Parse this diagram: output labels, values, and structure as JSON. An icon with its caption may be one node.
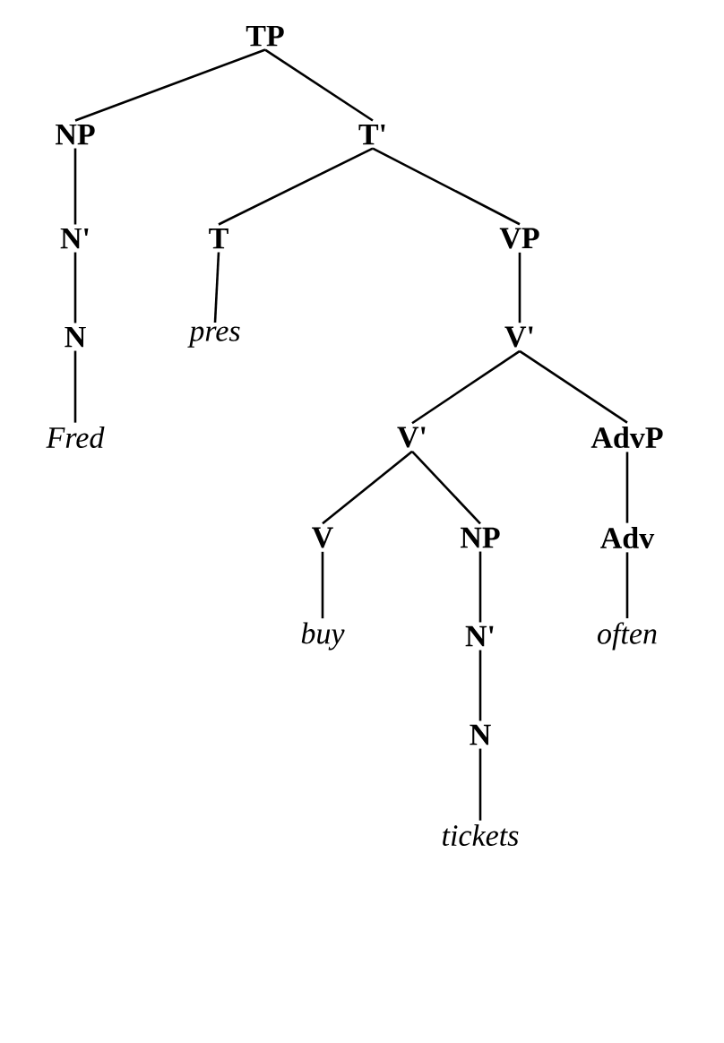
{
  "diagram": {
    "nodes": [
      {
        "text": [
          "TP"
        ]
      },
      {
        "text": [
          "NP"
        ]
      },
      {
        "text": [
          "T'"
        ]
      },
      {
        "text": [
          "N'"
        ]
      },
      {
        "text": [
          "T"
        ]
      },
      {
        "text": [
          "VP"
        ]
      },
      {
        "text": [
          "N"
        ]
      },
      {
        "text": [
          "pres"
        ]
      },
      {
        "text": [
          "V'"
        ]
      },
      {
        "text": [
          "Fred"
        ]
      },
      {
        "text": [
          "V'"
        ]
      },
      {
        "text": [
          "AdvP"
        ]
      },
      {
        "text": [
          "V"
        ]
      },
      {
        "text": [
          "NP"
        ]
      },
      {
        "text": [
          "Adv"
        ]
      },
      {
        "text": [
          "buy"
        ]
      },
      {
        "text": [
          "N'"
        ]
      },
      {
        "text": [
          "often"
        ]
      },
      {
        "text": [
          "N"
        ]
      },
      {
        "text": [
          "tickets"
        ]
      }
    ],
    "edges": [
      {
        "from": 0,
        "to": 1,
        "arrow": "none"
      },
      {
        "from": 0,
        "to": 2,
        "arrow": "none"
      },
      {
        "from": 1,
        "to": 3,
        "arrow": "none"
      },
      {
        "from": 2,
        "to": 4,
        "arrow": "none"
      },
      {
        "from": 2,
        "to": 5,
        "arrow": "none"
      },
      {
        "from": 3,
        "to": 6,
        "arrow": "none"
      },
      {
        "from": 4,
        "to": 7,
        "arrow": "none"
      },
      {
        "from": 5,
        "to": 8,
        "arrow": "none"
      },
      {
        "from": 6,
        "to": 9,
        "arrow": "none"
      },
      {
        "from": 8,
        "to": 10,
        "arrow": "none"
      },
      {
        "from": 8,
        "to": 11,
        "arrow": "none"
      },
      {
        "from": 10,
        "to": 12,
        "arrow": "none"
      },
      {
        "from": 10,
        "to": 13,
        "arrow": "none"
      },
      {
        "from": 11,
        "to": 14,
        "arrow": "none"
      },
      {
        "from": 12,
        "to": 15,
        "arrow": "none"
      },
      {
        "from": 13,
        "to": 16,
        "arrow": "none"
      },
      {
        "from": 14,
        "to": 17,
        "arrow": "none"
      },
      {
        "from": 16,
        "to": 18,
        "arrow": "none"
      },
      {
        "from": 18,
        "to": 19,
        "arrow": "none"
      }
    ]
  }
}
